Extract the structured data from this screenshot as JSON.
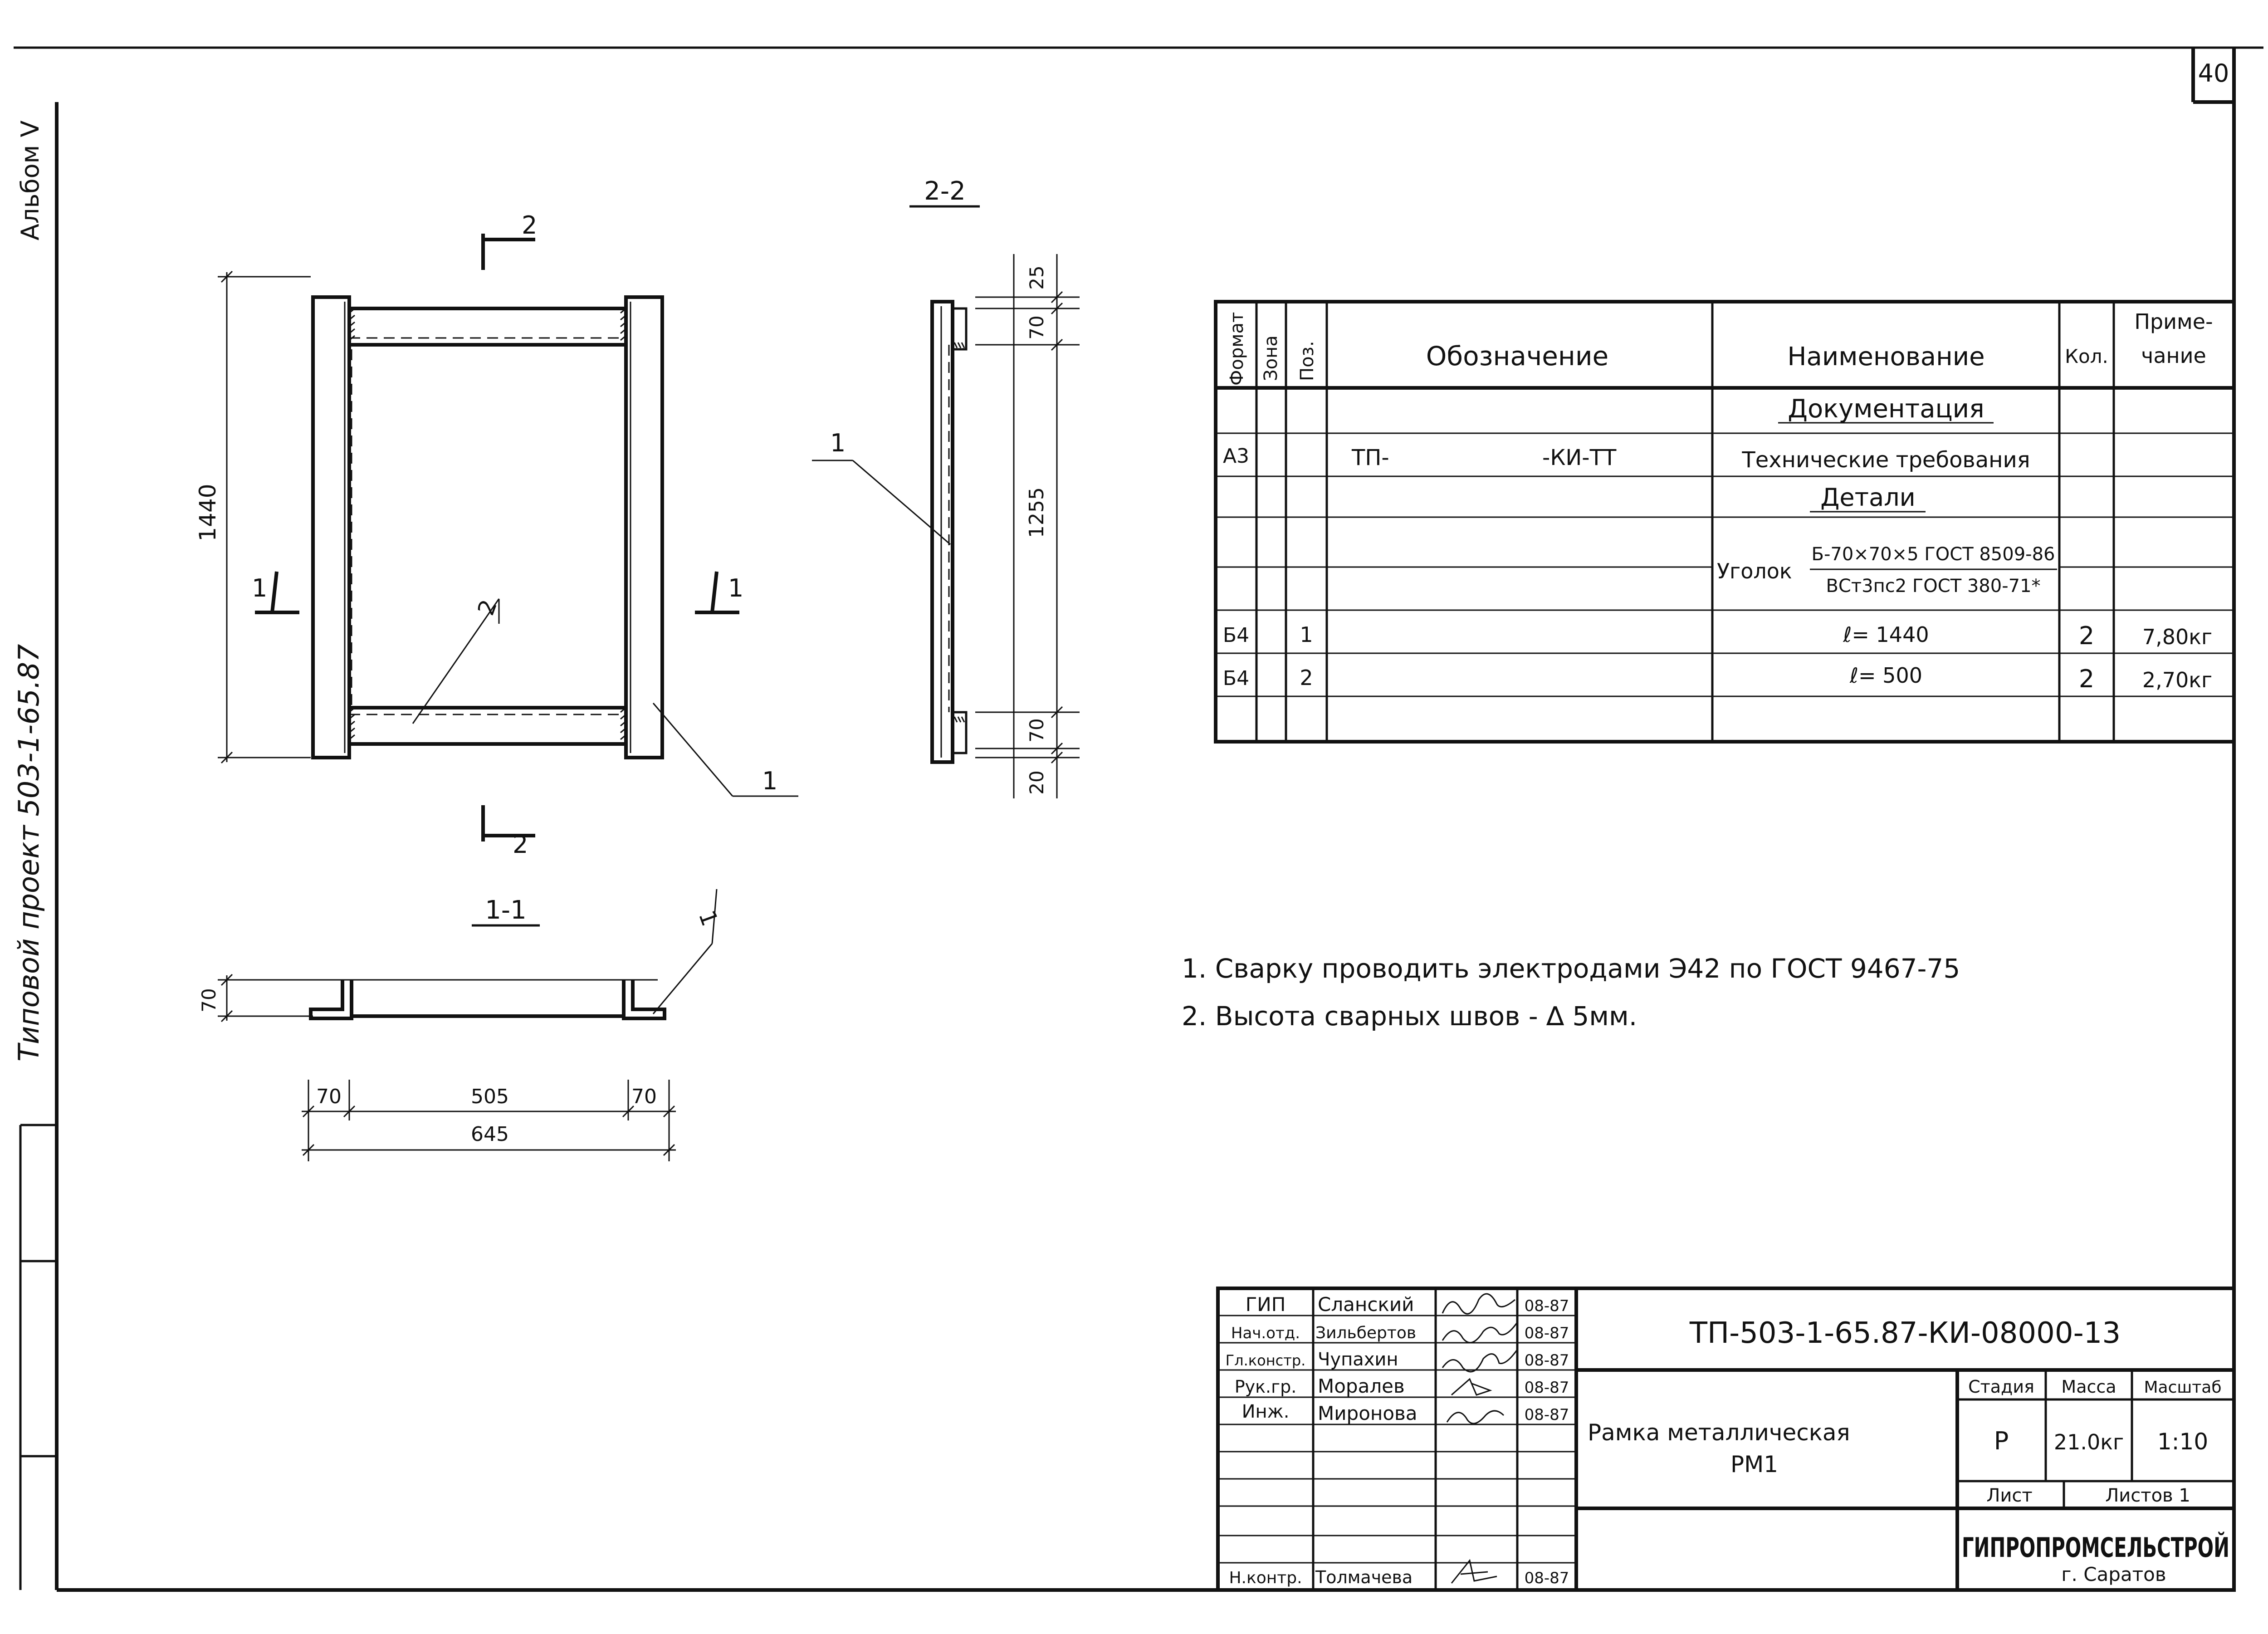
{
  "sheet": {
    "number": "40",
    "side_album": "Альбом V",
    "side_project": "Типовой проект 503-1-65.87"
  },
  "views": {
    "front": {
      "height_dim": "1440",
      "section_2_top": "2",
      "section_2_bottom": "2",
      "section_1_left": "1",
      "section_1_right": "1",
      "leader_pos_2": "2",
      "leader_pos_1": "1"
    },
    "section_2_2": {
      "title": "2-2",
      "dims": [
        "25",
        "70",
        "1255",
        "70",
        "20"
      ],
      "leader_pos_1": "1"
    },
    "section_1_1": {
      "title": "1-1",
      "dim_height": "70",
      "dims_bottom": [
        "70",
        "505",
        "70"
      ],
      "dim_total": "645",
      "leader_pos_1": "1"
    }
  },
  "spec_table": {
    "headers": {
      "format": "Формат",
      "zone": "Зона",
      "pos": "Поз.",
      "designation": "Обозначение",
      "name": "Наименование",
      "qty": "Кол.",
      "note_line1": "Приме-",
      "note_line2": "чание"
    },
    "section_docs": "Документация",
    "doc_row": {
      "format": "А3",
      "designation_left": "ТП-",
      "designation_right": "-КИ-ТТ",
      "name": "Технические требования"
    },
    "section_details": "Детали",
    "material": {
      "prefix": "Уголок",
      "numerator": "Б-70×70×5 ГОСТ 8509-86",
      "denominator": "ВСт3пс2 ГОСТ 380-71*"
    },
    "rows": [
      {
        "format": "Б4",
        "pos": "1",
        "name": "ℓ= 1440",
        "qty": "2",
        "note": "7,80кг"
      },
      {
        "format": "Б4",
        "pos": "2",
        "name": "ℓ= 500",
        "qty": "2",
        "note": "2,70кг"
      }
    ]
  },
  "notes": [
    "1. Сварку проводить электродами Э42 по ГОСТ 9467-75",
    "2. Высота сварных швов - ∆ 5мм."
  ],
  "title_block": {
    "signers": [
      {
        "role": "ГИП",
        "name": "Сланский",
        "date": "08-87"
      },
      {
        "role": "Нач.отд.",
        "name": "Зильбертов",
        "date": "08-87"
      },
      {
        "role": "Гл.констр.",
        "name": "Чупахин",
        "date": "08-87"
      },
      {
        "role": "Рук.гр.",
        "name": "Моралев",
        "date": "08-87"
      },
      {
        "role": "Инж.",
        "name": "Миронова",
        "date": "08-87"
      },
      {
        "role": "Н.контр.",
        "name": "Толмачева",
        "date": "08-87"
      }
    ],
    "code": "ТП-503-1-65.87-КИ-08000-13",
    "title_line1": "Рамка металлическая",
    "title_line2": "РМ1",
    "stage_label": "Стадия",
    "mass_label": "Масса",
    "scale_label": "Масштаб",
    "stage": "Р",
    "mass": "21.0кг",
    "scale": "1:10",
    "sheet_label": "Лист",
    "sheets_label": "Листов 1",
    "org": "ГИПРОПРОМСЕЛЬСТРОЙ",
    "city": "г. Саратов"
  }
}
